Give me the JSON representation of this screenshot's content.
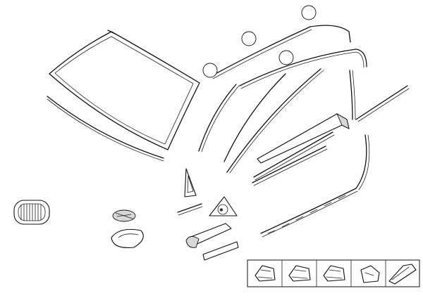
{
  "diagram": {
    "parts": [
      "windshield",
      "windshield-lower-strip",
      "roof-moulding-left",
      "roof-moulding-right",
      "window-frame-front",
      "window-frame-rear",
      "door-moulding-upper",
      "door-moulding-lower",
      "b-pillar-trim",
      "rear-door-trim",
      "kidney-grille",
      "emblem-badge",
      "triangle-cover",
      "cover-cap",
      "side-marker",
      "mirror-trim",
      "sill-strip"
    ],
    "callouts": 4,
    "legend_tiles": 5
  }
}
